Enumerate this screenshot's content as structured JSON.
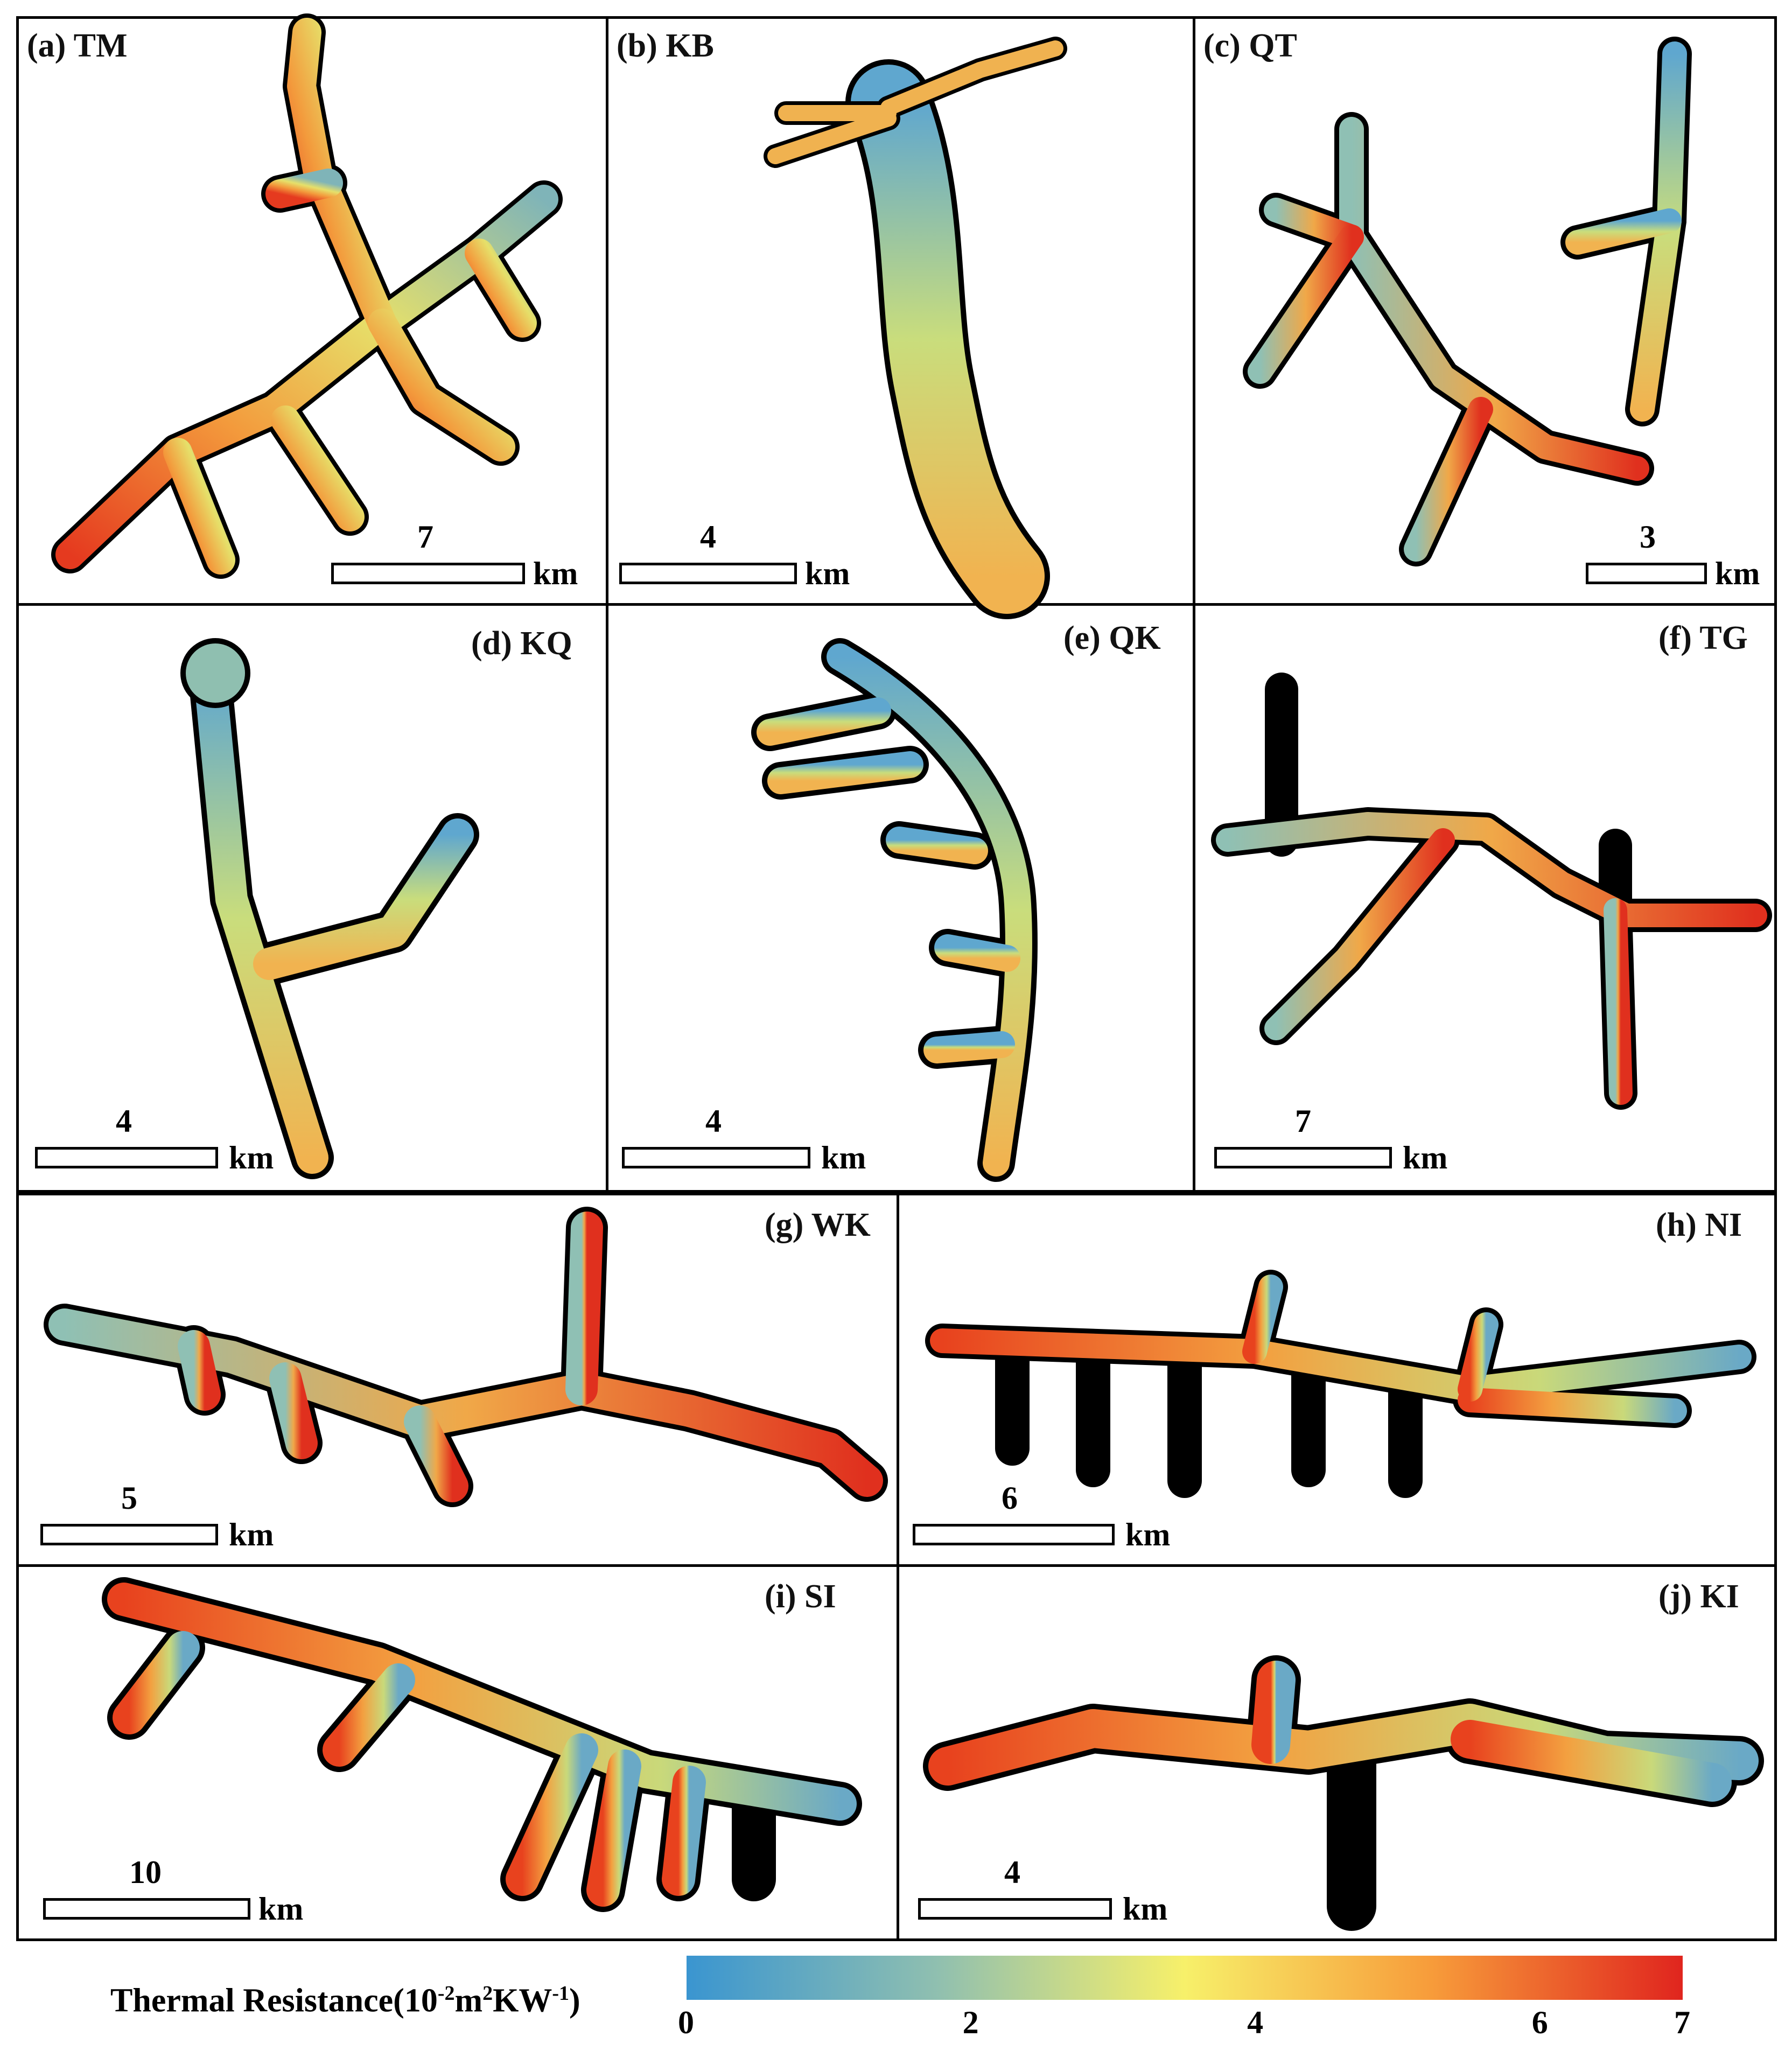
{
  "panels": [
    {
      "label": "(a) TM",
      "scale": "7",
      "unit": "km"
    },
    {
      "label": "(b) KB",
      "scale": "4",
      "unit": "km"
    },
    {
      "label": "(c) QT",
      "scale": "3",
      "unit": "km"
    },
    {
      "label": "(d) KQ",
      "scale": "4",
      "unit": "km"
    },
    {
      "label": "(e) QK",
      "scale": "4",
      "unit": "km"
    },
    {
      "label": "(f) TG",
      "scale": "7",
      "unit": "km"
    },
    {
      "label": "(g) WK",
      "scale": "5",
      "unit": "km"
    },
    {
      "label": "(h) NI",
      "scale": "6",
      "unit": "km"
    },
    {
      "label": "(i) SI",
      "scale": "10",
      "unit": "km"
    },
    {
      "label": "(j) KI",
      "scale": "4",
      "unit": "km"
    }
  ],
  "legend": {
    "title_main": "Thermal Resistance(10",
    "title_sup1": "-2",
    "title_mid1": "m",
    "title_sup2": "2",
    "title_mid2": "KW",
    "title_sup3": "-1",
    "title_end": ")",
    "ticks": [
      "0",
      "2",
      "4",
      "6",
      "7"
    ],
    "min": 0,
    "max": 7,
    "colors": [
      "#3a95d0",
      "#8fbfb0",
      "#f7f06a",
      "#f79b3a",
      "#e0251e"
    ]
  }
}
